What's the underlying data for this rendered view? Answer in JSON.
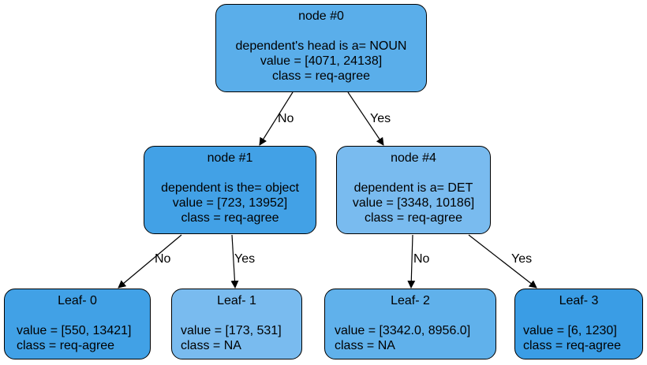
{
  "nodes": {
    "node0": {
      "title": "node #0",
      "condition": "dependent's head is a= NOUN",
      "value": "value = [4071, 24138]",
      "class": "class = req-agree",
      "color": "#5aaeea"
    },
    "node1": {
      "title": "node #1",
      "condition": "dependent is the= object",
      "value": "value = [723, 13952]",
      "class": "class = req-agree",
      "color": "#42a1e6"
    },
    "node4": {
      "title": "node #4",
      "condition": "dependent is a= DET",
      "value": "value = [3348, 10186]",
      "class": "class = req-agree",
      "color": "#79bbef"
    },
    "leaf0": {
      "title": "Leaf- 0",
      "value": "value = [550, 13421]",
      "class": "class = req-agree",
      "color": "#41a1e6"
    },
    "leaf1": {
      "title": "Leaf- 1",
      "value": "value = [173, 531]",
      "class": "class = NA",
      "color": "#79bbef"
    },
    "leaf2": {
      "title": "Leaf- 2",
      "value": "value = [3342.0, 8956.0]",
      "class": "class = NA",
      "color": "#60b1eb"
    },
    "leaf3": {
      "title": "Leaf- 3",
      "value": "value = [6, 1230]",
      "class": "class = req-agree",
      "color": "#3a9de5"
    }
  },
  "edges": {
    "n0_n1": "No",
    "n0_n4": "Yes",
    "n1_l0": "No",
    "n1_l1": "Yes",
    "n4_l2": "No",
    "n4_l3": "Yes"
  }
}
